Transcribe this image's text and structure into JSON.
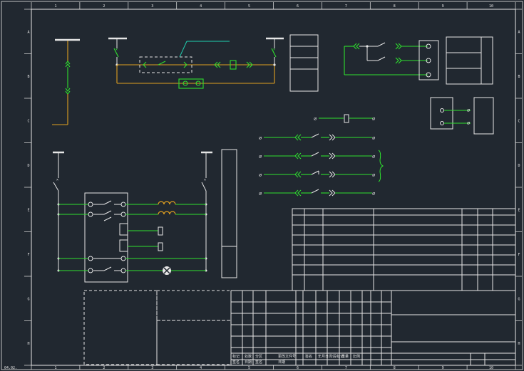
{
  "title_block": {
    "corner_note": "04.02.",
    "sign_labels": [
      "签名",
      "日期",
      "签名",
      "日期"
    ],
    "bottom_headers": [
      "标记",
      "处数",
      "分区",
      "更改文件号",
      "签名",
      "年月日",
      "阶段标记",
      "重量",
      "比例"
    ]
  },
  "borders": {
    "col_labels": [
      "1",
      "2",
      "3",
      "4",
      "5",
      "6",
      "7",
      "8",
      "9",
      "10"
    ],
    "row_labels": [
      "A",
      "B",
      "C",
      "D",
      "E",
      "F",
      "G",
      "H"
    ]
  },
  "colors": {
    "background": "#212830",
    "line": "#e6e6e6",
    "green": "#2ee02e",
    "yellow": "#e0a020",
    "cyan": "#20d0b0"
  }
}
